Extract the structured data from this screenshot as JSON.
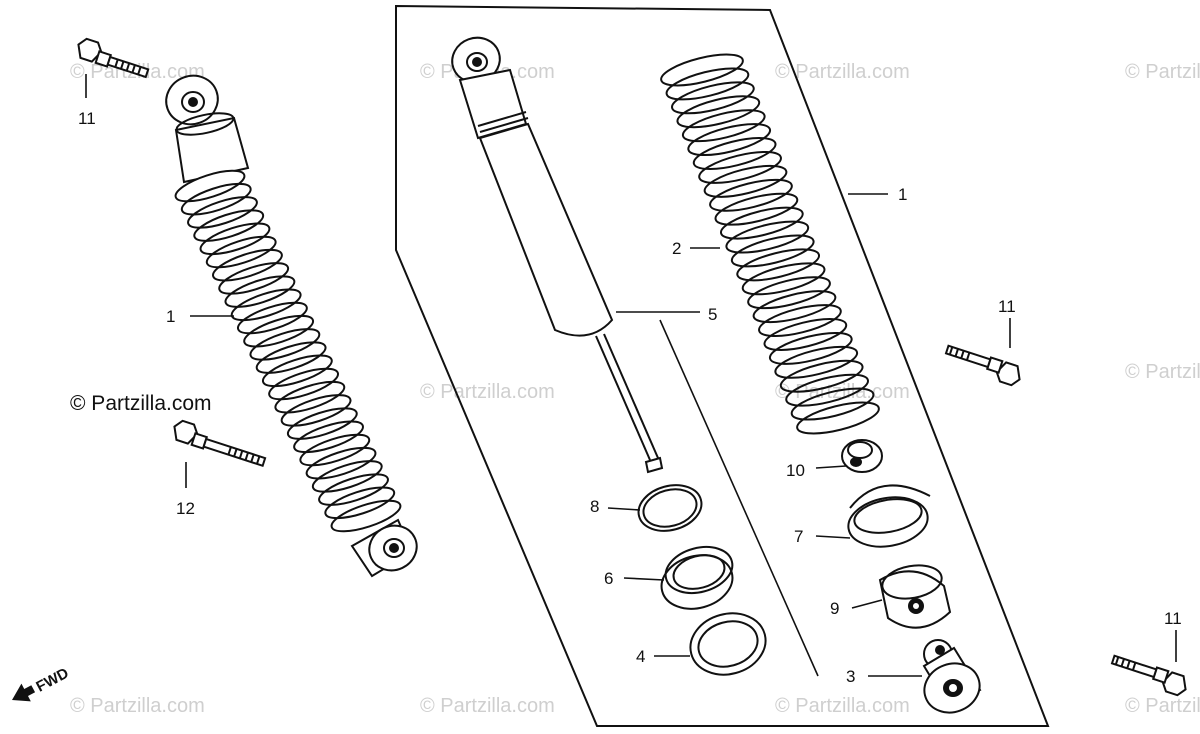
{
  "watermark": "© Partzilla.com",
  "copyright": "© Partzilla.com",
  "direction_label": "FWD",
  "callouts": {
    "left_bolt_top": "11",
    "left_shock": "1",
    "left_bolt_bottom": "12",
    "assembly": "1",
    "spring": "2",
    "damper": "5",
    "right_bolt_mid": "11",
    "spring_seat_stopper": "10",
    "clip": "8",
    "spring_seat": "7",
    "collar": "6",
    "lower_joint": "9",
    "rubber_bush": "4",
    "lower_eye": "3",
    "right_bolt_bottom": "11"
  }
}
